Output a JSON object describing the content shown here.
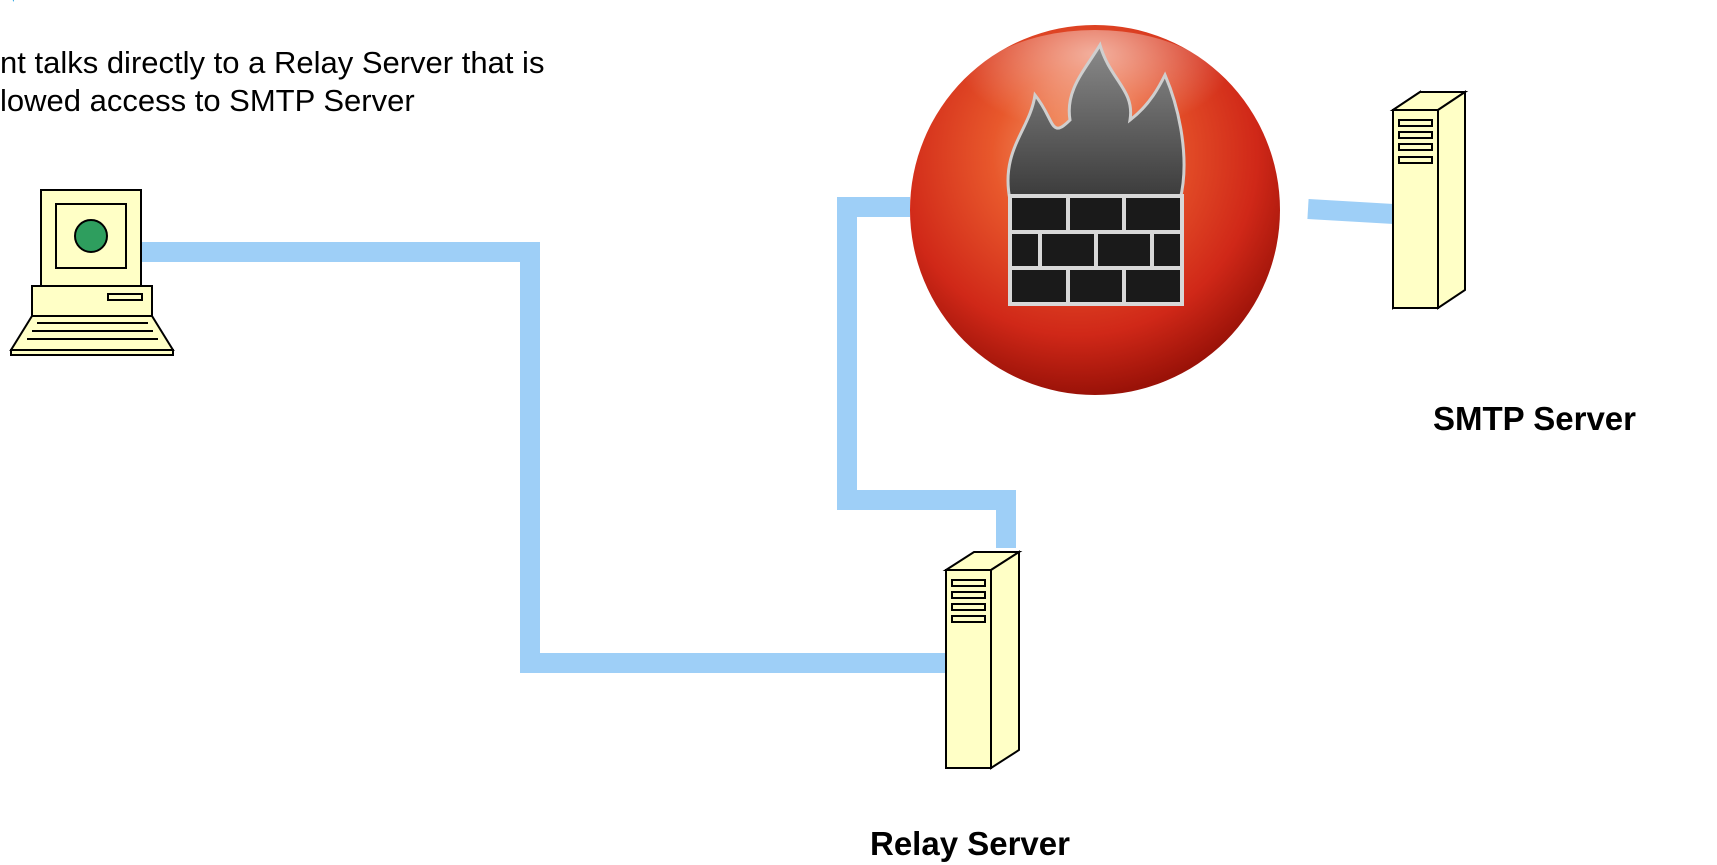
{
  "description": {
    "line1": "nt talks directly to a Relay Server that is",
    "line2": "lowed access to SMTP Server"
  },
  "nodes": {
    "smtp_label": "SMTP Server",
    "relay_label": "Relay Server"
  },
  "colors": {
    "link": "#9ecff7",
    "heading_fragment": "#1fa0e0",
    "beige": "#ffffc6",
    "firewall_red": "#d92a1c",
    "status_green": "#2e9e5e"
  },
  "icons": [
    "client-computer-icon",
    "firewall-icon",
    "smtp-server-icon",
    "relay-server-icon"
  ]
}
